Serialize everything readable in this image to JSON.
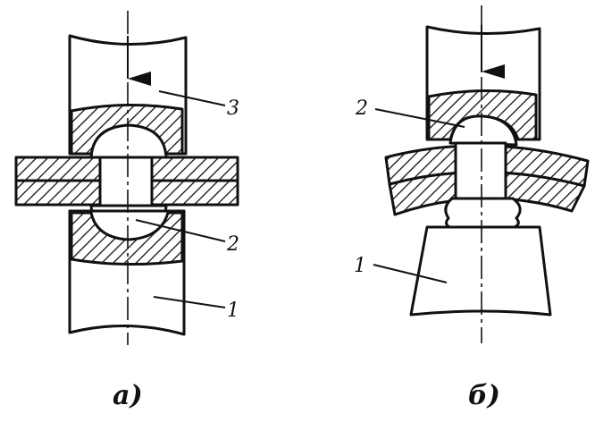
{
  "labels": {
    "a_label_1": "1",
    "a_label_2": "2",
    "a_label_3": "3",
    "b_label_1": "1",
    "b_label_2": "2"
  },
  "captions": {
    "a": "а)",
    "b": "б)"
  }
}
